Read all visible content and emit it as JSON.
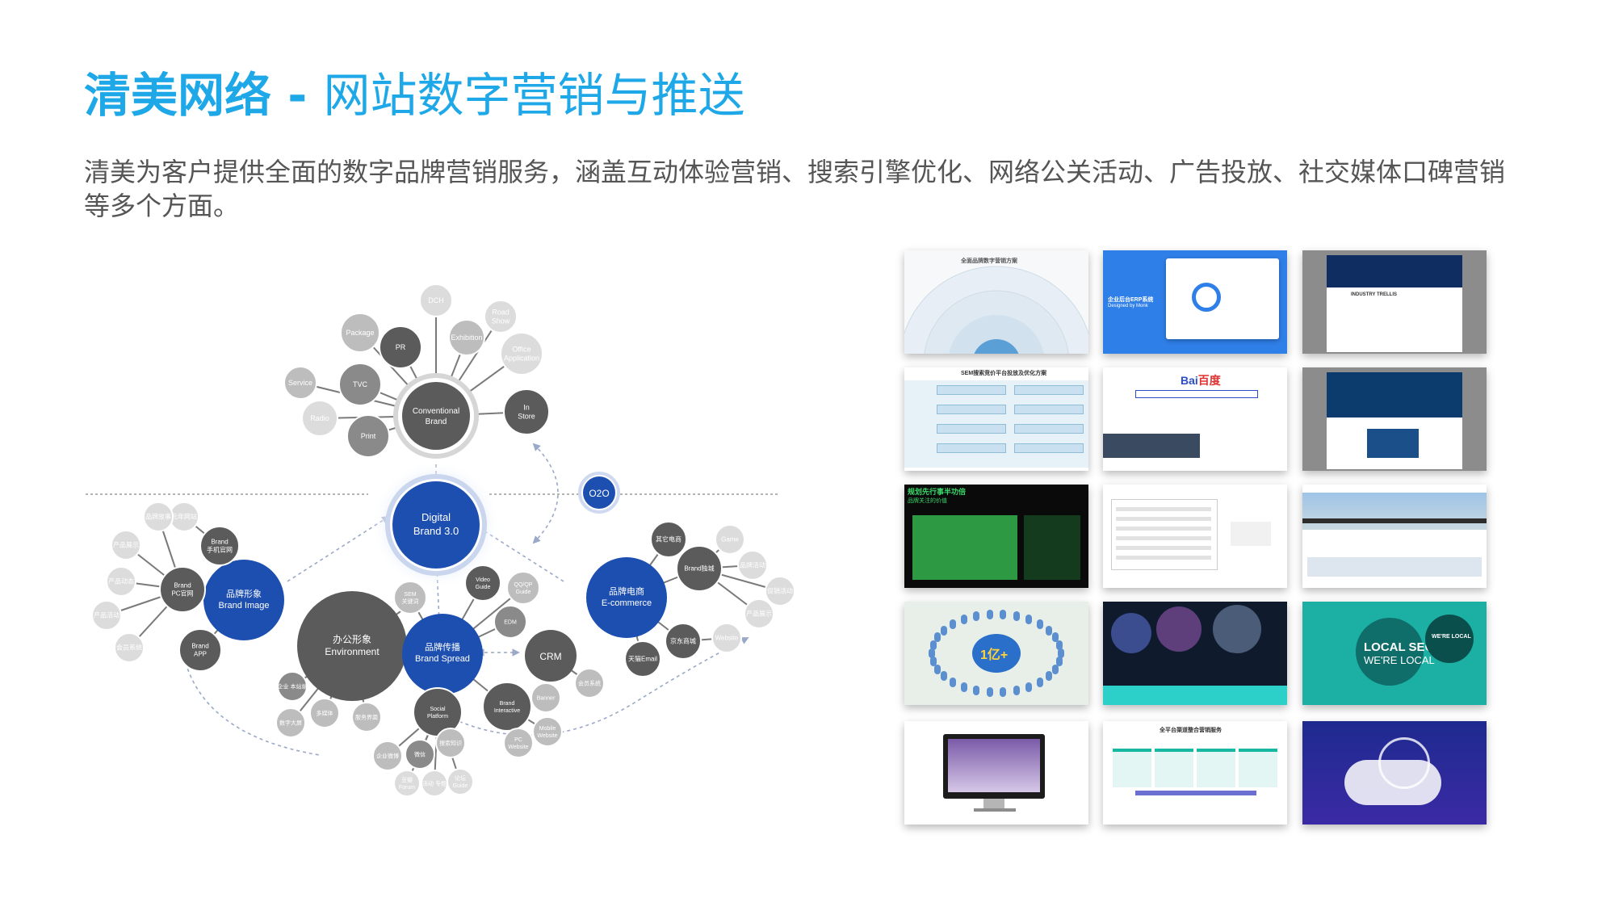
{
  "header": {
    "title_brand": "清美网络",
    "title_dash": " - ",
    "title_rest": "网站数字营销与推送",
    "description": "清美为客户提供全面的数字品牌营销服务，涵盖互动体验营销、搜索引擎优化、网络公关活动、广告投放、社交媒体口碑营销等多个方面。"
  },
  "colors": {
    "title_blue": "#1ea8e8",
    "node_dark_blue": "#1d4fb0",
    "node_dark_gray": "#5b5b5b",
    "node_mid_gray": "#8a8a8a",
    "node_light_gray": "#bdbdbd",
    "node_pale_gray": "#dcdcdc"
  },
  "diagram": {
    "center": {
      "line1": "Digital",
      "line2": "Brand 3.0"
    },
    "o2o": "O2O",
    "conventional": {
      "line1": "Conventional",
      "line2": "Brand"
    },
    "conventional_children": [
      "DCH",
      "Road Show",
      "Package",
      "PR",
      "Exhibition",
      "Office Application",
      "Service",
      "TVC",
      "Radio",
      "Print",
      "In Store"
    ],
    "brand_image": {
      "line1": "品牌形象",
      "line2": "Brand Image"
    },
    "brand_image_children": [
      "Brand PC官网",
      "Brand 手机官网",
      "Brand APP",
      "元年网站",
      "产品展示",
      "品牌故事",
      "产品动态",
      "产品活动",
      "会员系统"
    ],
    "environment": {
      "line1": "办公形象",
      "line2": "Environment"
    },
    "environment_children": [
      "企业 本站端",
      "多媒体",
      "数字大屏",
      "服务界面"
    ],
    "brand_spread": {
      "line1": "品牌传播",
      "line2": "Brand Spread"
    },
    "brand_spread_children": [
      "SEM 关键词",
      "Video Guide",
      "QQ/QP Guide",
      "EDM",
      "Social Platform",
      "Brand Interactive",
      "Banner",
      "PC Website",
      "Mobile Website",
      "企业微博",
      "微信",
      "搜索知识",
      "豆瓣 Forum",
      "活动 专题",
      "论坛 Guide"
    ],
    "crm": "CRM",
    "crm_children": [
      "会员系统"
    ],
    "ecommerce": {
      "line1": "品牌电商",
      "line2": "E-commerce"
    },
    "ecommerce_children": [
      "其它电商",
      "Brand独城",
      "京东商城",
      "天猫Email",
      "Game",
      "品牌活动",
      "促销活动",
      "产品展示",
      "Website"
    ]
  },
  "gallery": {
    "items": [
      {
        "name": "circular-infographic",
        "caption": "全面品牌数字营销方案"
      },
      {
        "name": "dashboard-mockup",
        "caption": "企业后台ERP系统",
        "sub": "Designed by Monk"
      },
      {
        "name": "industry-website",
        "caption": "INDUSTRY TRELLIS"
      },
      {
        "name": "sem-strategy-table",
        "caption": "SEM搜索竞价平台投放及优化方案"
      },
      {
        "name": "baidu-search",
        "caption": "Bai 百度"
      },
      {
        "name": "city-website",
        "caption": ""
      },
      {
        "name": "green-planning",
        "caption": "规划先行事半功倍",
        "sub": "品牌关注的价值"
      },
      {
        "name": "form-mockup",
        "caption": ""
      },
      {
        "name": "bridge-website",
        "caption": ""
      },
      {
        "name": "crowd-100m",
        "caption": "1亿+"
      },
      {
        "name": "event-photos",
        "caption": ""
      },
      {
        "name": "local-seo",
        "caption": "LOCAL SEO",
        "sub": "WE'RE LOCAL"
      },
      {
        "name": "monitor-mockup",
        "caption": ""
      },
      {
        "name": "service-table",
        "caption": "全平台渠道整合营销服务"
      },
      {
        "name": "cloud-art",
        "caption": ""
      }
    ]
  }
}
